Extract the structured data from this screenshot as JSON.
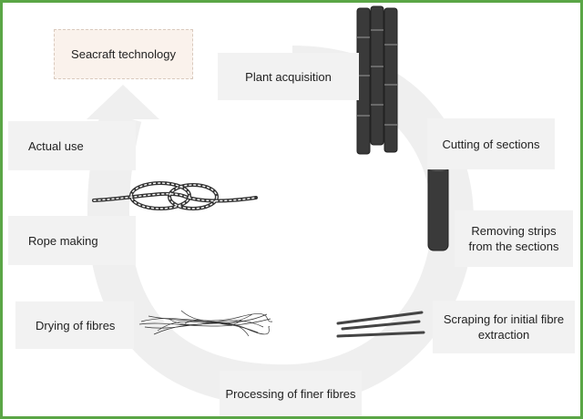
{
  "diagram": {
    "target_box": "Seacraft technology",
    "steps": [
      "Plant acquisition",
      "Cutting of sections",
      "Removing strips from the sections",
      "Scraping for initial fibre extraction",
      "Processing of finer fibres",
      "Drying of fibres",
      "Rope making",
      "Actual use"
    ]
  },
  "colors": {
    "frame_border": "#5aa646",
    "arrow_fill": "#efefef",
    "label_bg": "#f2f2f2",
    "target_bg": "#faf2ec",
    "plant_stalk": "#3a3a3a"
  },
  "icons": {
    "plant": "bamboo-stalks-icon",
    "section": "cut-section-cylinder-icon",
    "strips": "fibre-strips-icon",
    "fibres": "tangled-fibres-icon",
    "rope": "rope-knot-icon"
  }
}
